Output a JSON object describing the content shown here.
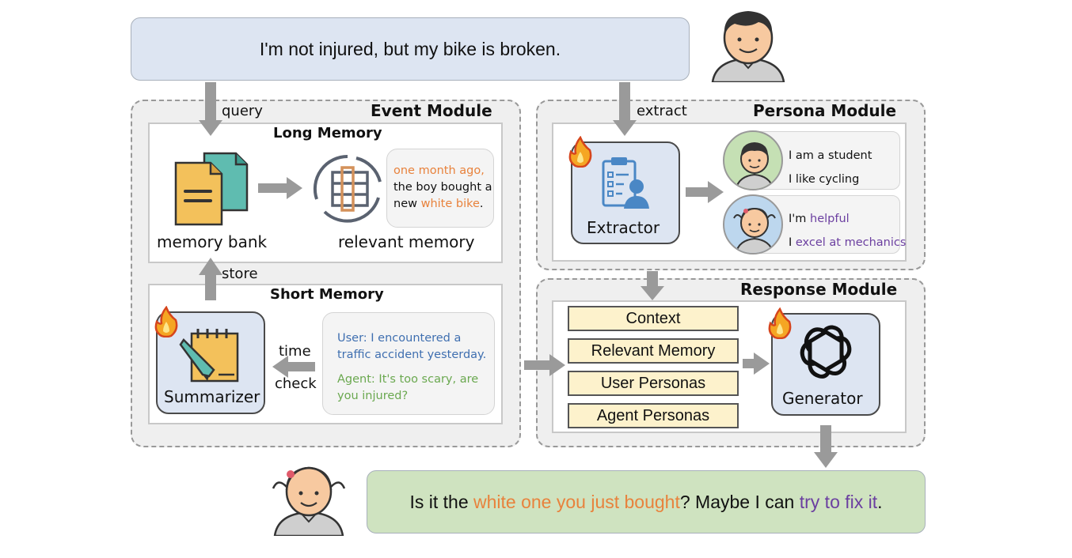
{
  "user_utterance": "I'm not injured, but my bike is broken.",
  "agent_response": {
    "part1": "Is it the ",
    "highlight1": "white one you just bought",
    "part2": "? Maybe I can ",
    "highlight2": "try to fix it",
    "part3": "."
  },
  "event_module": {
    "title": "Event Module",
    "query_label": "query",
    "store_label": "store",
    "long_memory": {
      "title": "Long Memory",
      "memory_bank_label": "memory bank",
      "relevant_memory_label": "relevant memory",
      "bubble": {
        "line1": "one month ago,",
        "line2": "the boy bought a",
        "line3_a": "new ",
        "line3_b": "white bike",
        "line3_c": "."
      }
    },
    "short_memory": {
      "title": "Short Memory",
      "summarizer_label": "Summarizer",
      "time_label": "time",
      "check_label": "check",
      "user_line1": "User: I encountered a",
      "user_line2": "traffic accident yesterday.",
      "agent_line1": "Agent: It's too scary, are",
      "agent_line2": "you injured?"
    }
  },
  "persona_module": {
    "title": "Persona Module",
    "extract_label": "extract",
    "extractor_label": "Extractor",
    "user_persona_1": "I am a student",
    "user_persona_2": "I like cycling",
    "agent_persona_1_a": "I'm ",
    "agent_persona_1_b": "helpful",
    "agent_persona_2_a": "I ",
    "agent_persona_2_b": "excel at mechanics"
  },
  "response_module": {
    "title": "Response Module",
    "inputs": [
      "Context",
      "Relevant Memory",
      "User Personas",
      "Agent Personas"
    ],
    "generator_label": "Generator"
  },
  "colors": {
    "user_box": "#dde5f2",
    "agent_box": "#cfe3c0",
    "highlight_orange": "#e8823c",
    "highlight_purple": "#6b3fa0",
    "arrow_gray": "#9a9a9a"
  }
}
